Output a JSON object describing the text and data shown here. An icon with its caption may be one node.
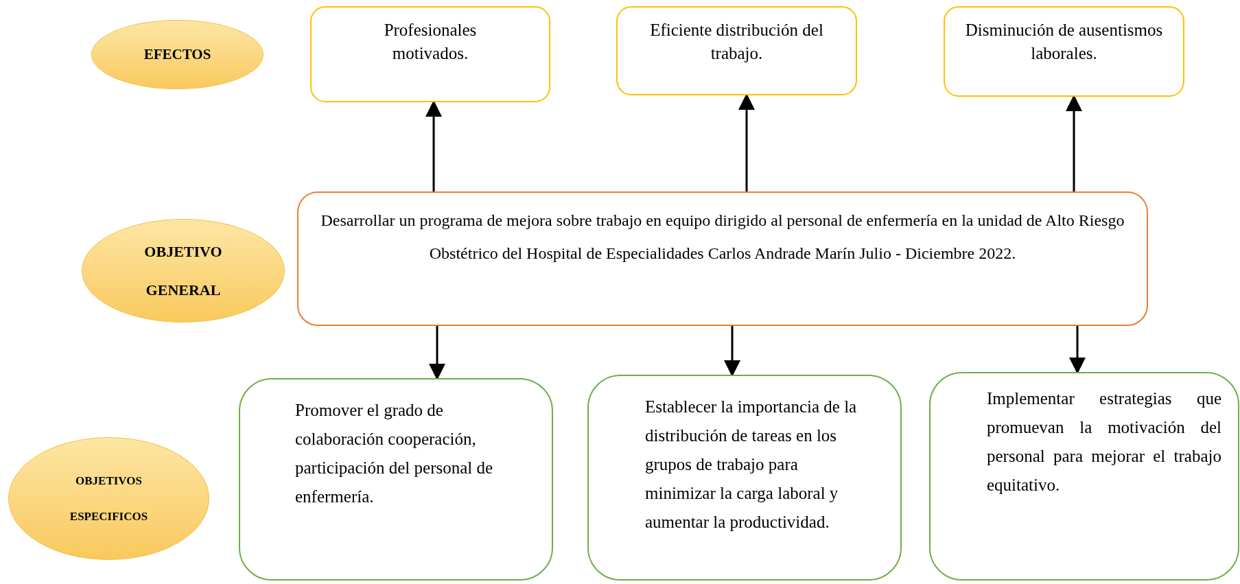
{
  "diagram": {
    "nodes": [
      {
        "text": [
          "EFECTOS"
        ]
      },
      {
        "text": [
          "Profesionales motivados."
        ]
      },
      {
        "text": [
          "Eficiente distribución del trabajo."
        ]
      },
      {
        "text": [
          "Disminución de ausentismos laborales."
        ]
      },
      {
        "text": [
          "OBJETIVO GENERAL"
        ]
      },
      {
        "text": [
          "Desarrollar un programa de mejora sobre trabajo en equipo dirigido al personal de enfermería en la unidad de Alto Riesgo Obstétrico del Hospital de Especialidades Carlos Andrade Marín Julio - Diciembre 2022."
        ]
      },
      {
        "text": [
          "OBJETIVOS ESPECIFICOS"
        ]
      },
      {
        "text": [
          "Promover el grado de colaboración cooperación, participación del personal de enfermería."
        ]
      },
      {
        "text": [
          "Establecer la importancia de la distribución de tareas en los grupos de trabajo para minimizar la carga laboral y aumentar la productividad."
        ]
      },
      {
        "text": [
          "Implementar estrategias que promuevan la motivación del personal para mejorar el trabajo equitativo."
        ]
      }
    ],
    "edges": [
      {
        "from": 5,
        "to": 1,
        "arrow": "to"
      },
      {
        "from": 5,
        "to": 2,
        "arrow": "to"
      },
      {
        "from": 5,
        "to": 3,
        "arrow": "to"
      },
      {
        "from": 5,
        "to": 7,
        "arrow": "to"
      },
      {
        "from": 5,
        "to": 8,
        "arrow": "to"
      },
      {
        "from": 5,
        "to": 9,
        "arrow": "to"
      }
    ]
  }
}
